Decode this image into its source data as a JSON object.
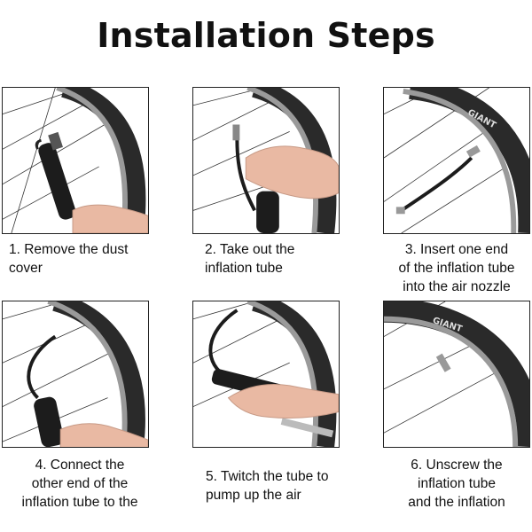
{
  "title": "Installation Steps",
  "steps": [
    {
      "lines": [
        "1. Remove the dust",
        "cover"
      ],
      "tire_brand": ""
    },
    {
      "lines": [
        "2. Take out the",
        "inflation tube"
      ],
      "tire_brand": ""
    },
    {
      "lines": [
        "3. Insert one end",
        "of the inflation tube",
        "into the air nozzle"
      ],
      "tire_brand": "GIANT"
    },
    {
      "lines": [
        "4. Connect the",
        "other end of the",
        "inflation tube to the"
      ],
      "tire_brand": ""
    },
    {
      "lines": [
        "5. Twitch the tube to",
        "pump up the air"
      ],
      "tire_brand": ""
    },
    {
      "lines": [
        "6. Unscrew the",
        "inflation tube",
        "and the inflation"
      ],
      "tire_brand": "GIANT"
    }
  ],
  "colors": {
    "tire": "#2a2a2a",
    "rim": "#9a9a9a",
    "pump": "#1c1c1c",
    "skin": "#e9b9a3"
  }
}
